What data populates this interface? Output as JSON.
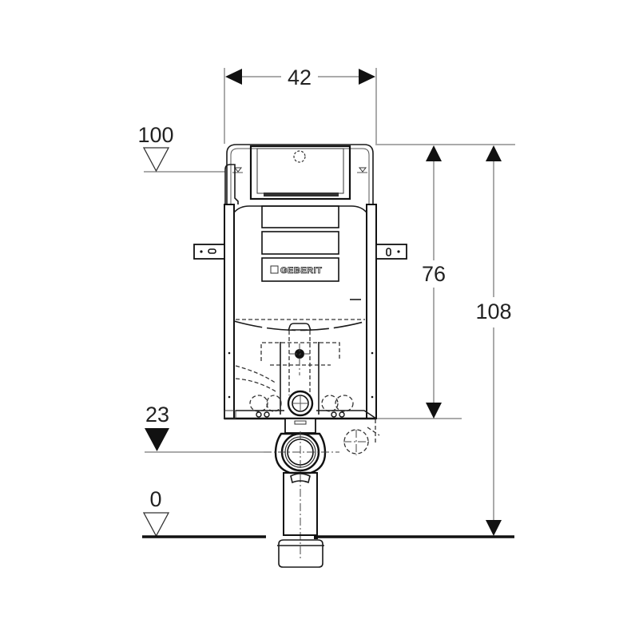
{
  "diagram": {
    "subject": "Geberit concealed cistern installation frame - front elevation",
    "brand_label": "GEBERIT",
    "colors": {
      "line": "#1a1a1a",
      "dimension_line": "#555555",
      "background": "#ffffff"
    },
    "dimensions": {
      "width": {
        "label": "42",
        "orientation": "horizontal"
      },
      "frame_height": {
        "label": "76",
        "orientation": "vertical"
      },
      "total_height": {
        "label": "108",
        "orientation": "vertical"
      }
    },
    "levels": [
      {
        "label": "100",
        "marker": "open-triangle",
        "description": "top of frame level"
      },
      {
        "label": "23",
        "marker": "filled-triangle",
        "description": "drain outlet centerline level"
      },
      {
        "label": "0",
        "marker": "open-triangle",
        "description": "finished floor level"
      }
    ]
  }
}
